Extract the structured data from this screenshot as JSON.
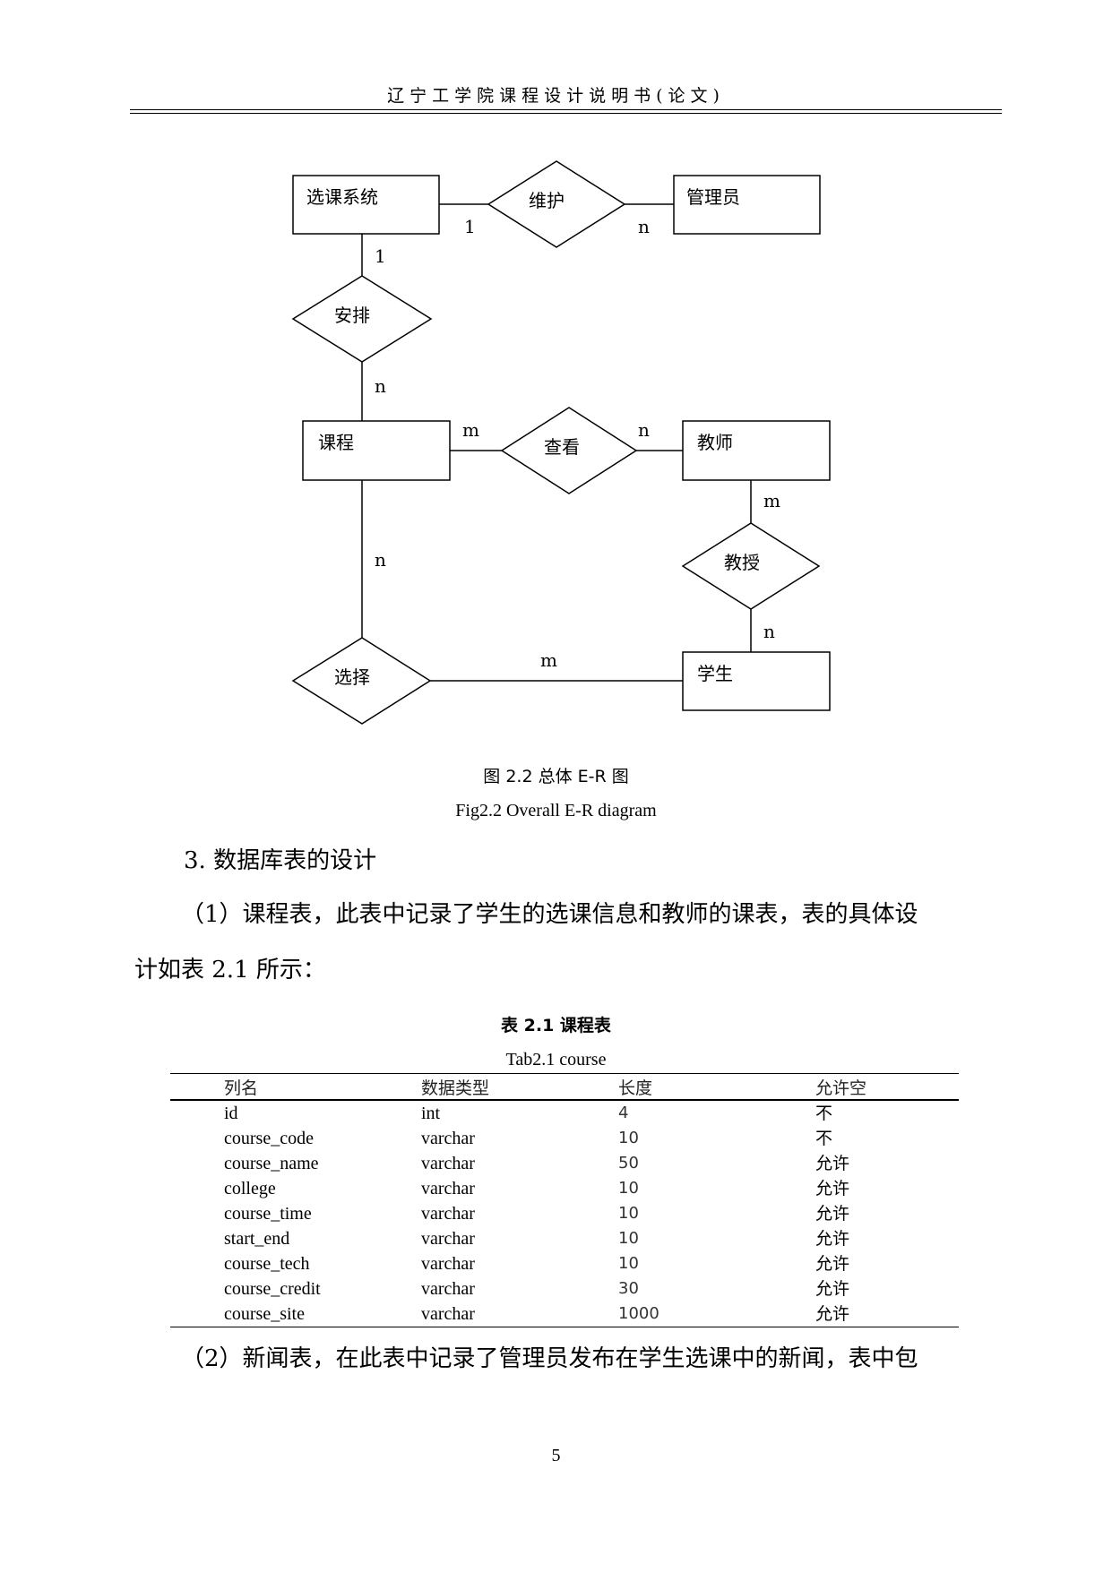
{
  "header": {
    "title": "辽宁工学院课程设计说明书(论文)"
  },
  "figure": {
    "entities": {
      "xuanke_system": "选课系统",
      "admin": "管理员",
      "course": "课程",
      "teacher": "教师",
      "student": "学生"
    },
    "relations": {
      "maintain": "维护",
      "arrange": "安排",
      "view": "查看",
      "teach": "教授",
      "select": "选择"
    },
    "cardinality": {
      "maintain_sys": "1",
      "maintain_admin": "n",
      "arrange_sys": "1",
      "arrange_course": "n",
      "view_course": "m",
      "view_teacher": "n",
      "teach_teacher": "m",
      "teach_student": "n",
      "select_course": "n",
      "select_student": "m"
    },
    "caption_cn": "图 2.2  总体 E-R 图",
    "caption_en": "Fig2.2    Overall E-R diagram"
  },
  "section": {
    "title": "3. 数据库表的设计"
  },
  "paragraph1": {
    "line1": "（1）课程表，此表中记录了学生的选课信息和教师的课表，表的具体设",
    "line2": "计如表 2.1 所示："
  },
  "table": {
    "caption_cn": "表 2.1  课程表",
    "caption_en": "Tab2.1 course",
    "headers": [
      "列名",
      "数据类型",
      "长度",
      "允许空"
    ],
    "rows": [
      [
        "id",
        "int",
        "4",
        "不"
      ],
      [
        "course_code",
        "varchar",
        "10",
        "不"
      ],
      [
        "course_name",
        "varchar",
        "50",
        "允许"
      ],
      [
        "college",
        "varchar",
        "10",
        "允许"
      ],
      [
        "course_time",
        "varchar",
        "10",
        "允许"
      ],
      [
        "start_end",
        "varchar",
        "10",
        "允许"
      ],
      [
        "course_tech",
        "varchar",
        "10",
        "允许"
      ],
      [
        "course_credit",
        "varchar",
        "30",
        "允许"
      ],
      [
        "course_site",
        "varchar",
        "1000",
        "允许"
      ]
    ]
  },
  "paragraph2": {
    "line1": "（2）新闻表，在此表中记录了管理员发布在学生选课中的新闻，表中包"
  },
  "page_number": "5"
}
